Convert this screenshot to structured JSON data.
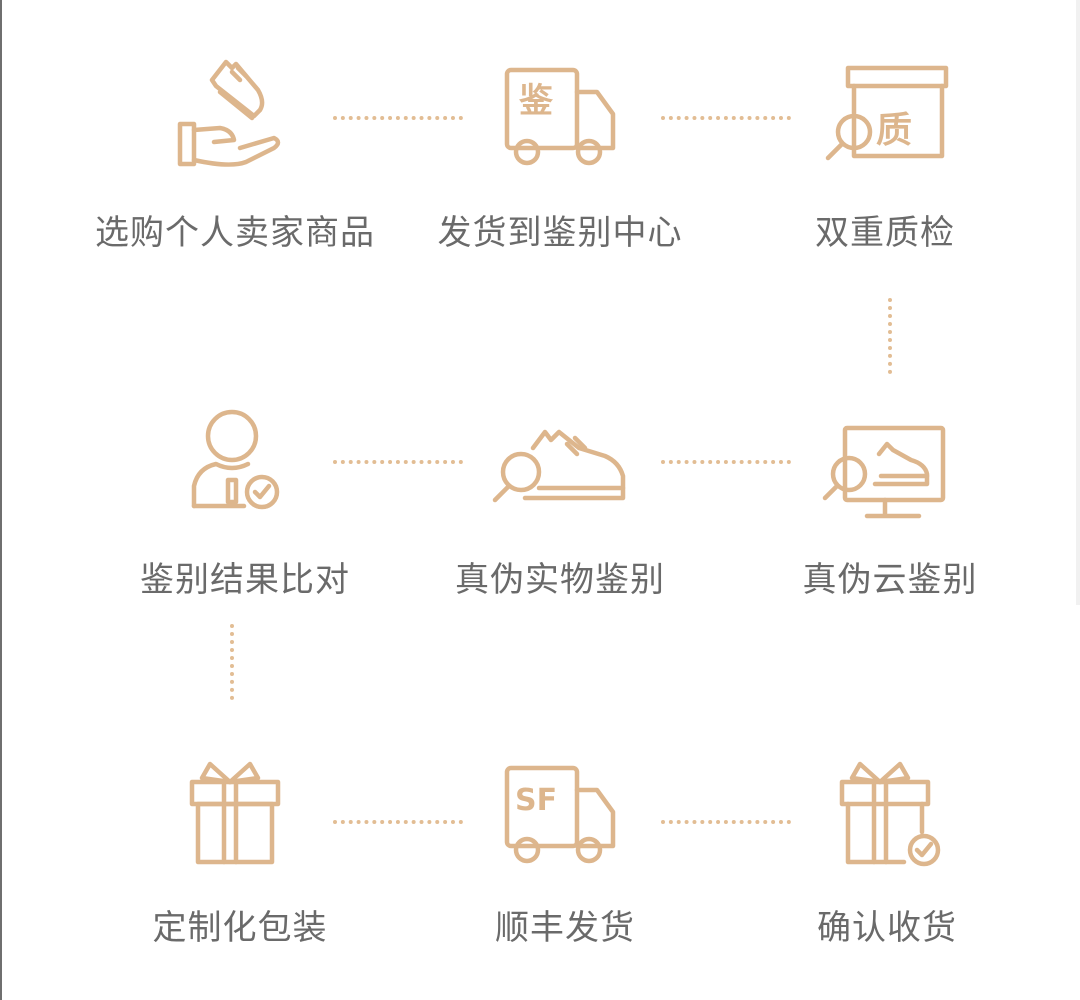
{
  "steps": [
    {
      "label": "选购个人卖家商品",
      "icon": "hand-shoe-icon"
    },
    {
      "label": "发货到鉴别中心",
      "icon": "truck-icon"
    },
    {
      "label": "双重质检",
      "icon": "quality-box-icon"
    },
    {
      "label": "鉴别结果比对",
      "icon": "verified-person-icon"
    },
    {
      "label": "真伪实物鉴别",
      "icon": "shoe-magnifier-icon"
    },
    {
      "label": "真伪云鉴别",
      "icon": "monitor-shoe-icon"
    },
    {
      "label": "定制化包装",
      "icon": "gift-box-icon"
    },
    {
      "label": "顺丰发货",
      "icon": "sf-truck-icon"
    },
    {
      "label": "确认收货",
      "icon": "gift-check-icon"
    }
  ],
  "icon_text": {
    "jian": "鉴",
    "zhi": "质",
    "sf": "SF"
  },
  "colors": {
    "accent": "#ddb68d",
    "text": "#6a6a6a",
    "dots": "#e2bd94"
  }
}
